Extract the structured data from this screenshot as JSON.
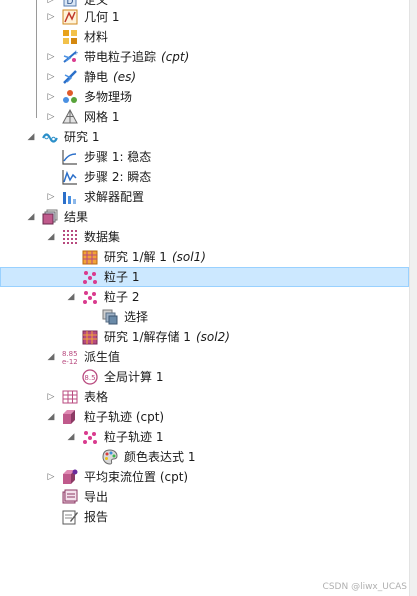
{
  "tree": {
    "items": [
      {
        "label": "定义",
        "tag": ""
      },
      {
        "label": "几何 1",
        "tag": ""
      },
      {
        "label": "材料",
        "tag": ""
      },
      {
        "label": "带电粒子追踪",
        "tag": "(cpt)"
      },
      {
        "label": "静电",
        "tag": "(es)"
      },
      {
        "label": "多物理场",
        "tag": ""
      },
      {
        "label": "网格 1",
        "tag": ""
      },
      {
        "label": "研究 1",
        "tag": ""
      },
      {
        "label": "步骤 1: 稳态",
        "tag": ""
      },
      {
        "label": "步骤 2: 瞬态",
        "tag": ""
      },
      {
        "label": "求解器配置",
        "tag": ""
      },
      {
        "label": "结果",
        "tag": ""
      },
      {
        "label": "数据集",
        "tag": ""
      },
      {
        "label": "研究 1/解 1",
        "tag": "(sol1)"
      },
      {
        "label": "粒子 1",
        "tag": ""
      },
      {
        "label": "粒子 2",
        "tag": ""
      },
      {
        "label": "选择",
        "tag": ""
      },
      {
        "label": "研究 1/解存储 1",
        "tag": "(sol2)"
      },
      {
        "label": "派生值",
        "tag": ""
      },
      {
        "label": "全局计算 1",
        "tag": ""
      },
      {
        "label": "表格",
        "tag": ""
      },
      {
        "label": "粒子轨迹 (cpt)",
        "tag": ""
      },
      {
        "label": "粒子轨迹 1",
        "tag": ""
      },
      {
        "label": "颜色表达式 1",
        "tag": ""
      },
      {
        "label": "平均束流位置 (cpt)",
        "tag": ""
      },
      {
        "label": "导出",
        "tag": ""
      },
      {
        "label": "报告",
        "tag": ""
      }
    ],
    "selected_item": "粒子 1"
  },
  "watermark": "CSDN @liwx_UCAS",
  "colors": {
    "selection_background": "#cce8ff",
    "selection_border": "#99d1ff",
    "tree_line": "#9a9a9a"
  }
}
